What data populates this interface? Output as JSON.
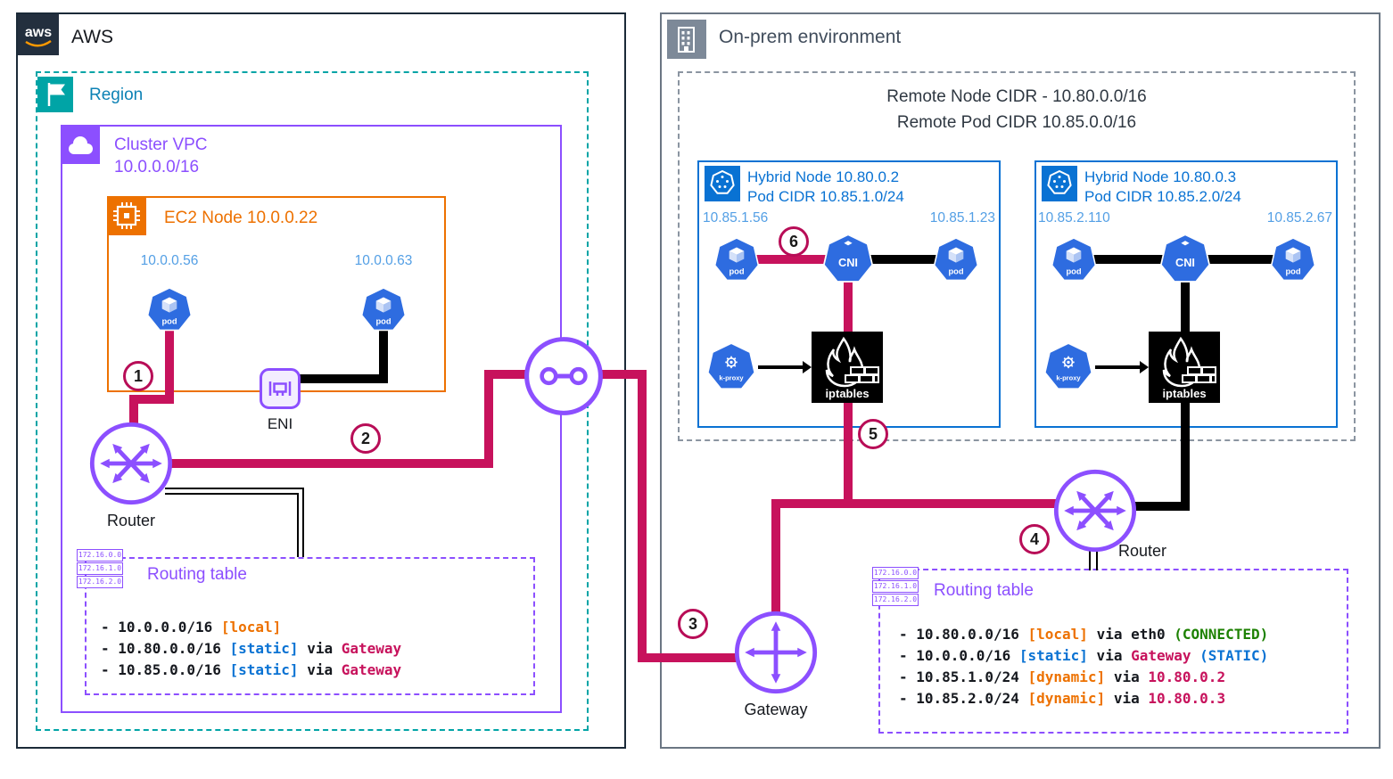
{
  "aws": {
    "label": "AWS",
    "logo_text": "aws",
    "region": {
      "label": "Region"
    },
    "vpc": {
      "label": "Cluster VPC",
      "cidr": "10.0.0.0/16"
    },
    "ec2": {
      "label": "EC2 Node 10.0.0.22",
      "pod_ips": [
        "10.0.0.56",
        "10.0.0.63"
      ]
    },
    "eni_label": "ENI",
    "router_label": "Router",
    "routing_table": {
      "title": "Routing table",
      "icon_rows": [
        "172.16.0.0",
        "172.16.1.0",
        "172.16.2.0"
      ],
      "entries": [
        [
          {
            "t": "- 10.0.0.0/16 ",
            "c": "k"
          },
          {
            "t": "[local]",
            "c": "o"
          }
        ],
        [
          {
            "t": "- 10.80.0.0/16 ",
            "c": "k"
          },
          {
            "t": "[static]",
            "c": "b"
          },
          {
            "t": " via ",
            "c": "k"
          },
          {
            "t": "Gateway",
            "c": "m"
          }
        ],
        [
          {
            "t": "- 10.85.0.0/16 ",
            "c": "k"
          },
          {
            "t": "[static]",
            "c": "b"
          },
          {
            "t": " via ",
            "c": "k"
          },
          {
            "t": "Gateway",
            "c": "m"
          }
        ]
      ]
    }
  },
  "onprem": {
    "label": "On-prem environment",
    "remote_node_cidr": "Remote Node CIDR - 10.80.0.0/16",
    "remote_pod_cidr": "Remote Pod CIDR 10.85.0.0/16",
    "hybrid_nodes": [
      {
        "title": "Hybrid Node 10.80.0.2",
        "subtitle": "Pod CIDR 10.85.1.0/24",
        "pod_left_ip": "10.85.1.56",
        "pod_right_ip": "10.85.1.23"
      },
      {
        "title": "Hybrid Node 10.80.0.3",
        "subtitle": "Pod CIDR 10.85.2.0/24",
        "pod_left_ip": "10.85.2.110",
        "pod_right_ip": "10.85.2.67"
      }
    ],
    "router_label": "Router",
    "gateway_label": "Gateway",
    "routing_table": {
      "title": "Routing table",
      "icon_rows": [
        "172.16.0.0",
        "172.16.1.0",
        "172.16.2.0"
      ],
      "entries": [
        [
          {
            "t": "- 10.80.0.0/16 ",
            "c": "k"
          },
          {
            "t": "[local]",
            "c": "o"
          },
          {
            "t": " via eth0 ",
            "c": "k"
          },
          {
            "t": "(CONNECTED)",
            "c": "g"
          }
        ],
        [
          {
            "t": "- 10.0.0.0/16 ",
            "c": "k"
          },
          {
            "t": "[static]",
            "c": "b"
          },
          {
            "t": " via ",
            "c": "k"
          },
          {
            "t": "Gateway",
            "c": "m"
          },
          {
            "t": " (STATIC)",
            "c": "b"
          }
        ],
        [
          {
            "t": "- 10.85.1.0/24 ",
            "c": "k"
          },
          {
            "t": "[dynamic]",
            "c": "o"
          },
          {
            "t": " via ",
            "c": "k"
          },
          {
            "t": "10.80.0.2",
            "c": "m"
          }
        ],
        [
          {
            "t": "- 10.85.2.0/24 ",
            "c": "k"
          },
          {
            "t": "[dynamic]",
            "c": "o"
          },
          {
            "t": " via ",
            "c": "k"
          },
          {
            "t": "10.80.0.3",
            "c": "m"
          }
        ]
      ]
    }
  },
  "icons": {
    "pod_label": "pod",
    "cni_label": "CNI",
    "kproxy_label": "k-proxy",
    "iptables_label": "iptables"
  },
  "badges": {
    "1": "1",
    "2": "2",
    "3": "3",
    "4": "4",
    "5": "5",
    "6": "6"
  },
  "colors": {
    "magenta": "#c7125c",
    "purple": "#8C4FFF",
    "teal": "#00a4a6",
    "orange": "#ED7100",
    "blue": "#0972d3",
    "light_blue": "#539FE5",
    "green": "#1d8102"
  }
}
